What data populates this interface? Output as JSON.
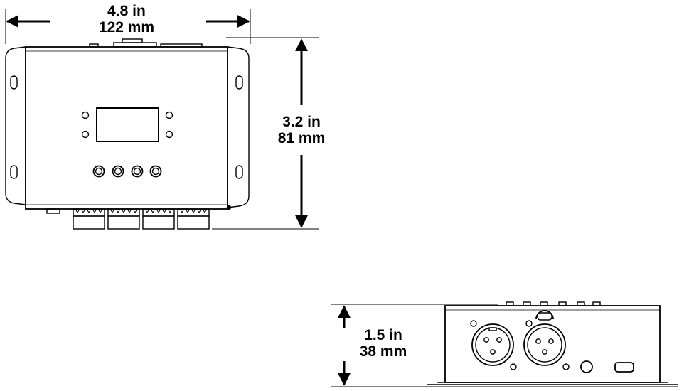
{
  "dimensions": {
    "width": {
      "imperial": "4.8 in",
      "metric": "122 mm"
    },
    "height": {
      "imperial": "3.2 in",
      "metric": "81 mm"
    },
    "depth": {
      "imperial": "1.5 in",
      "metric": "38 mm"
    }
  },
  "colors": {
    "line": "#000000",
    "background": "#ffffff"
  }
}
